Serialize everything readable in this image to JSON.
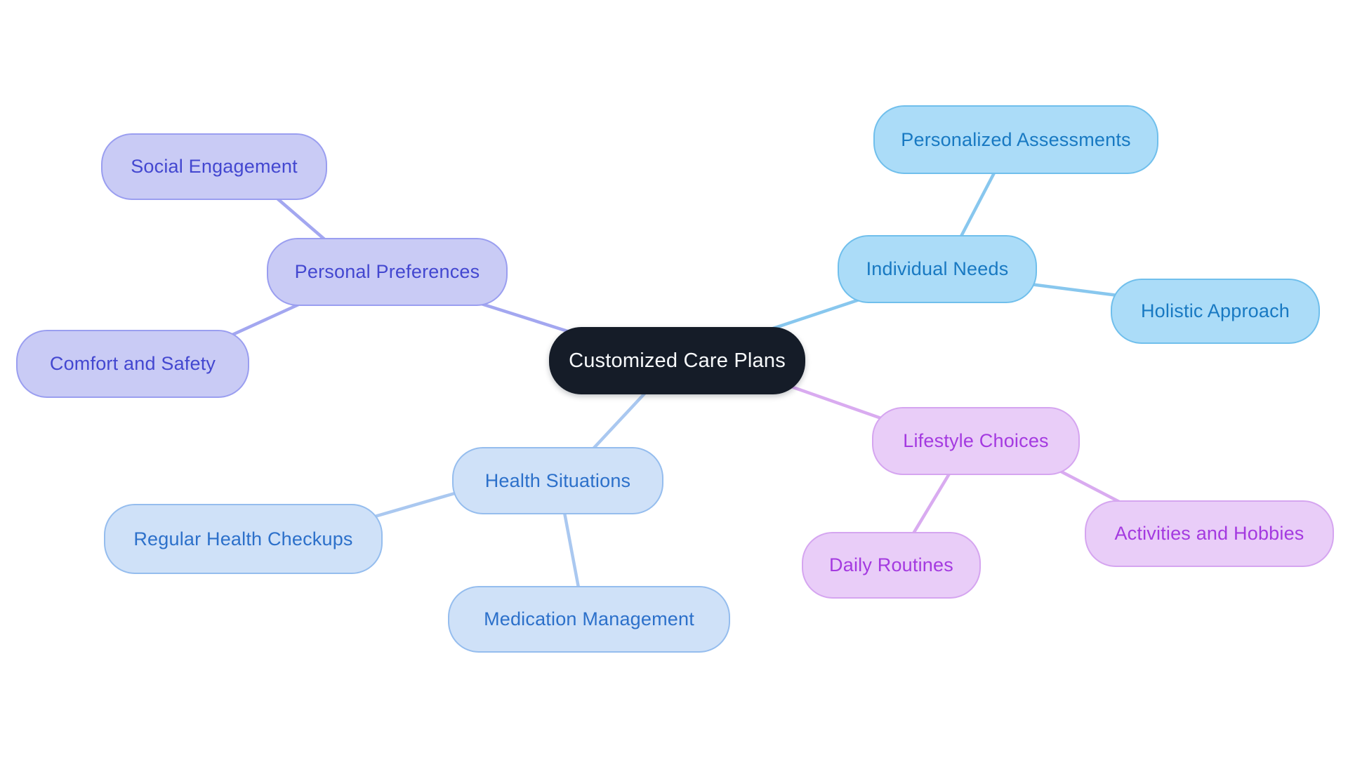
{
  "diagram": {
    "type": "mindmap",
    "center": {
      "label": "Customized Care Plans"
    },
    "branches": [
      {
        "label": "Personal Preferences",
        "family": "lavender",
        "children": [
          {
            "label": "Social Engagement"
          },
          {
            "label": "Comfort and Safety"
          }
        ]
      },
      {
        "label": "Individual Needs",
        "family": "blue",
        "children": [
          {
            "label": "Personalized Assessments"
          },
          {
            "label": "Holistic Approach"
          }
        ]
      },
      {
        "label": "Health Situations",
        "family": "paleblue",
        "children": [
          {
            "label": "Regular Health Checkups"
          },
          {
            "label": "Medication Management"
          }
        ]
      },
      {
        "label": "Lifestyle Choices",
        "family": "purple",
        "children": [
          {
            "label": "Daily Routines"
          },
          {
            "label": "Activities and Hobbies"
          }
        ]
      }
    ]
  },
  "palette": {
    "canvas": {
      "bg": "#ffffff"
    },
    "center": {
      "fill": "#151c28",
      "text": "#f8fafc"
    },
    "lavender": {
      "fill": "#c9cbf5",
      "border": "#9a9ef0",
      "text": "#4347d0",
      "line": "#a3a7f0"
    },
    "blue": {
      "fill": "#abdcf8",
      "border": "#70bfec",
      "text": "#1879c2",
      "line": "#88c7ee"
    },
    "paleblue": {
      "fill": "#cfe1f8",
      "border": "#95bdee",
      "text": "#2c70ca",
      "line": "#aac8f0"
    },
    "purple": {
      "fill": "#e9cdf8",
      "border": "#d5a5f0",
      "text": "#a43ae0",
      "line": "#d9abf0"
    }
  }
}
